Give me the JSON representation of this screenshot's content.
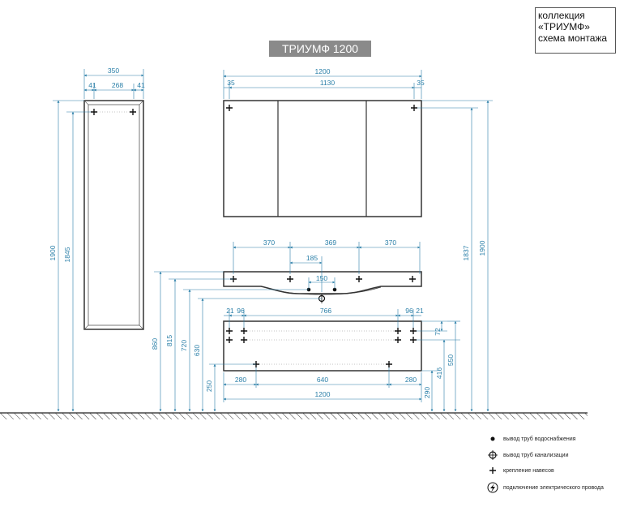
{
  "info_box": {
    "line1": "коллекция",
    "line2": "«ТРИУМФ»",
    "line3": "схема монтажа"
  },
  "model_title": "ТРИУМФ 1200",
  "dimensions": {
    "column": {
      "width": "350",
      "left_margin": "41",
      "inner": "268",
      "right_margin": "41",
      "height_total": "1900",
      "height_mount": "1845"
    },
    "mirror": {
      "width": "1200",
      "inner": "1130",
      "left_margin": "35",
      "right_margin": "35",
      "height_mount": "1837",
      "height_total": "1900"
    },
    "sink": {
      "left_seg": "370",
      "mid_seg": "369",
      "right_seg": "370",
      "half": "185",
      "center": "150"
    },
    "cabinet": {
      "left_a": "21",
      "left_b": "96",
      "inner": "766",
      "right_b": "96",
      "right_a": "21",
      "right_top": "72",
      "bottom_left": "280",
      "bottom_mid": "640",
      "bottom_right": "280",
      "width": "1200"
    },
    "heights_left": [
      "860",
      "815",
      "720",
      "630",
      "250"
    ],
    "heights_right": [
      "290",
      "416",
      "550"
    ]
  },
  "legend": [
    {
      "icon": "dot-icon",
      "label": "вывод труб водоснабжения"
    },
    {
      "icon": "drain-icon",
      "label": "вывод труб канализации"
    },
    {
      "icon": "cross-icon",
      "label": "крепление навесов"
    },
    {
      "icon": "electric-icon",
      "label": "подключение электрического провода"
    }
  ],
  "colors": {
    "dimension": "#2a7fa8",
    "outline": "#333333",
    "badge": "#8a8a8a"
  }
}
